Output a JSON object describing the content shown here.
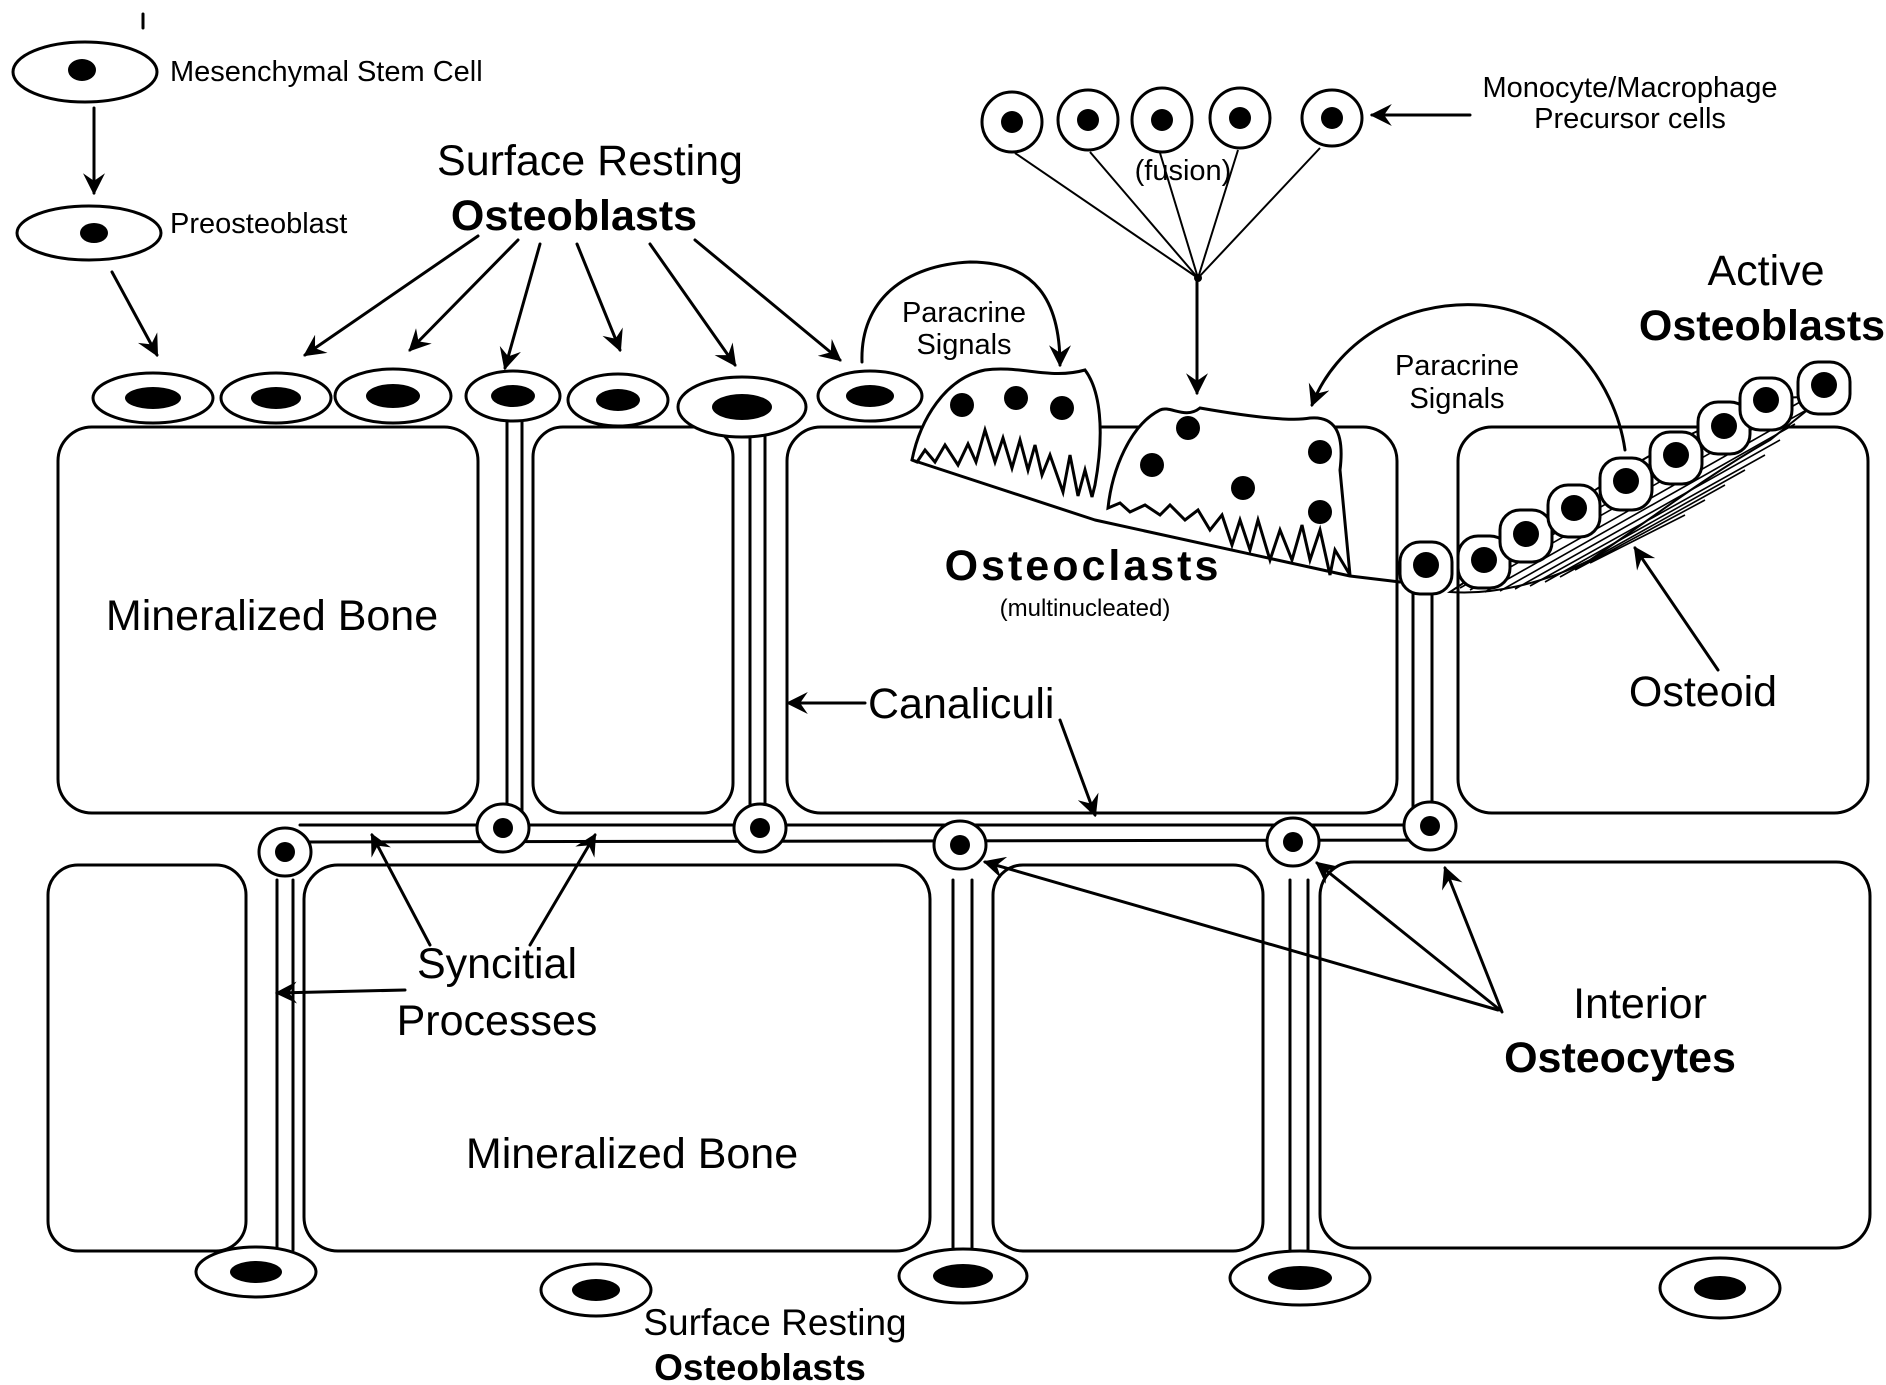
{
  "labels": {
    "mesenchymal_stem_cell": "Mesenchymal Stem Cell",
    "preosteoblast": "Preosteoblast",
    "surface_resting_top_line1": "Surface Resting",
    "surface_resting_top_line2": "Osteoblasts",
    "monocyte_line1": "Monocyte/Macrophage",
    "monocyte_line2": "Precursor cells",
    "fusion": "(fusion)",
    "paracrine_left_line1": "Paracrine",
    "paracrine_left_line2": "Signals",
    "paracrine_right_line1": "Paracrine",
    "paracrine_right_line2": "Signals",
    "active_line1": "Active",
    "active_line2": "Osteoblasts",
    "mineralized_bone_upper": "Mineralized Bone",
    "osteoclasts": "Osteoclasts",
    "multinucleated": "(multinucleated)",
    "canaliculi": "Canaliculi",
    "osteoid": "Osteoid",
    "syncitial_line1": "Syncitial",
    "syncitial_line2": "Processes",
    "interior_line1": "Interior",
    "interior_line2": "Osteocytes",
    "mineralized_bone_lower": "Mineralized Bone",
    "surface_resting_bottom_line1": "Surface Resting",
    "surface_resting_bottom_line2": "Osteoblasts"
  }
}
